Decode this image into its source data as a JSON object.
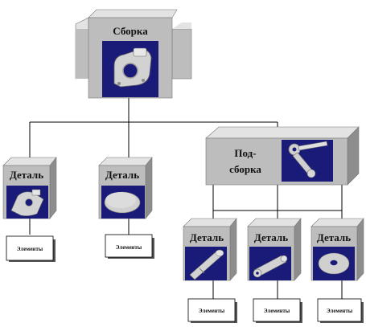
{
  "root": {
    "title": "Сборка",
    "icon": "housing-part-icon"
  },
  "subassembly": {
    "title_line1": "Под-",
    "title_line2": "сборка",
    "icon": "crank-lever-icon"
  },
  "details": [
    {
      "title": "Деталь",
      "icon": "bracket-part-icon",
      "elements": "Элементы"
    },
    {
      "title": "Деталь",
      "icon": "disc-part-icon",
      "elements": "Элементы"
    },
    {
      "title": "Деталь",
      "icon": "pin-part-icon",
      "elements": "Элементы"
    },
    {
      "title": "Деталь",
      "icon": "link-part-icon",
      "elements": "Элементы"
    },
    {
      "title": "Деталь",
      "icon": "washer-part-icon",
      "elements": "Элементы"
    }
  ],
  "colors": {
    "box_face": "#bdbdbd",
    "box_top": "#e3e3e3",
    "box_side": "#8d8d8d",
    "icon_bg": "#1a1a78",
    "part": "#cfcfcf",
    "line": "#000000"
  }
}
